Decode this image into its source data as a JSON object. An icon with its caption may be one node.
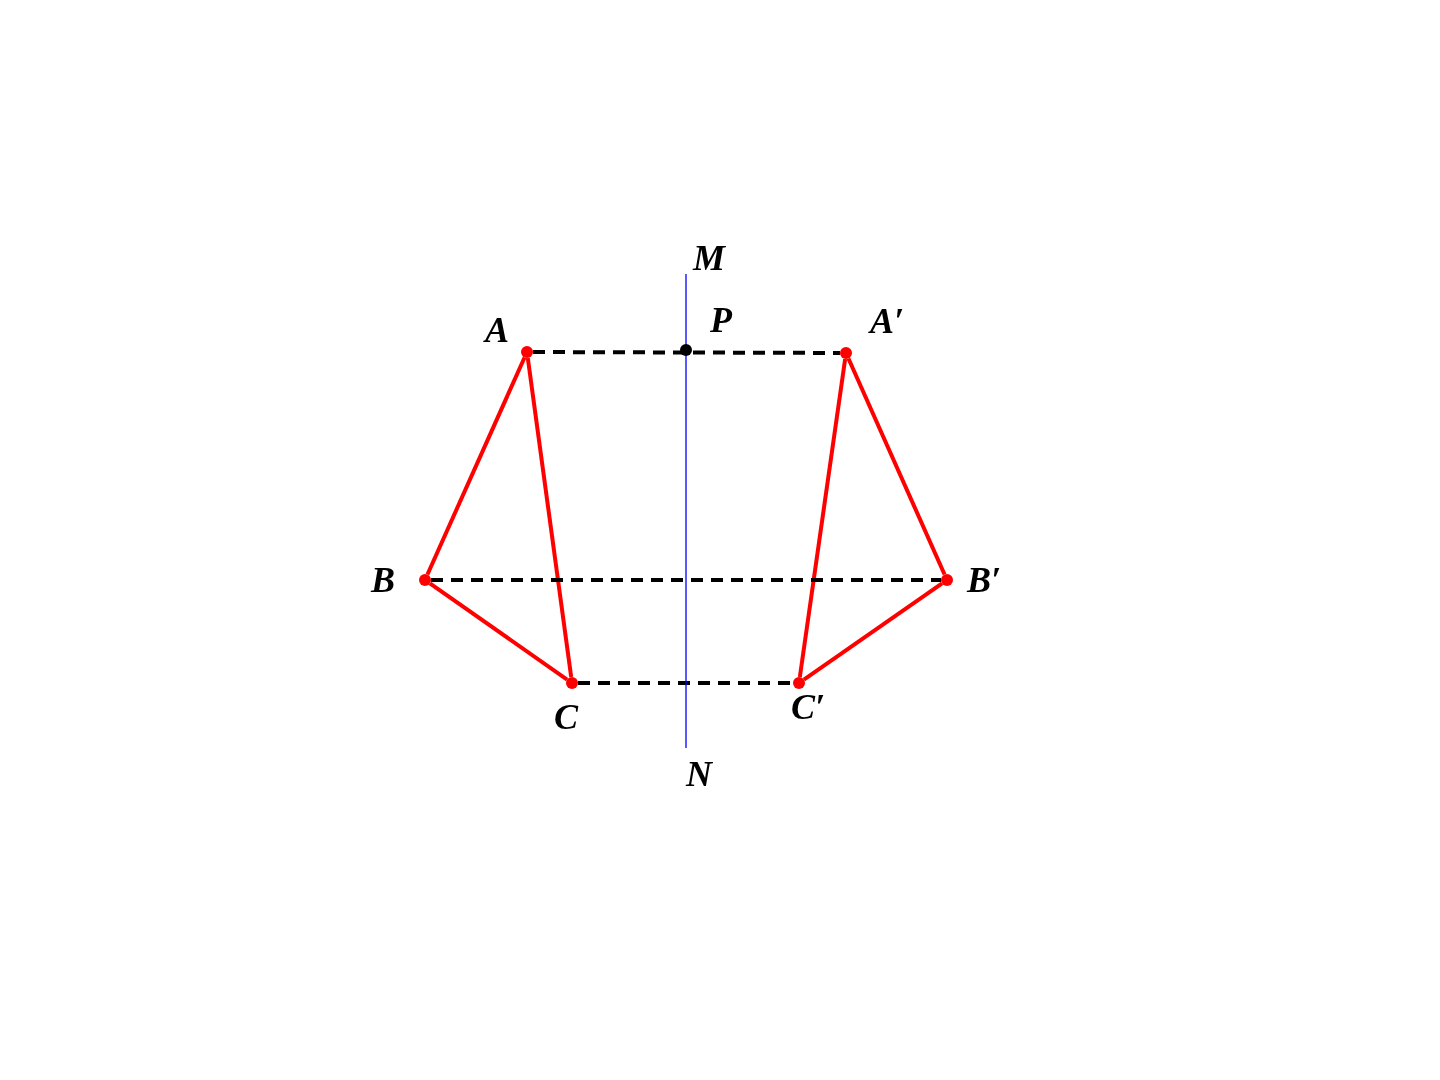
{
  "diagram": {
    "nodes": [
      {
        "text": [
          "M"
        ]
      },
      {
        "text": [
          "A"
        ]
      },
      {
        "text": [
          "P"
        ]
      },
      {
        "text": [
          "A′"
        ]
      },
      {
        "text": [
          "B"
        ]
      },
      {
        "text": [
          "B′"
        ]
      },
      {
        "text": [
          "C"
        ]
      },
      {
        "text": [
          "C′"
        ]
      },
      {
        "text": [
          "N"
        ]
      }
    ],
    "edges": [
      {
        "from": 1,
        "to": 4,
        "arrow": "none"
      },
      {
        "from": 1,
        "to": 6,
        "arrow": "none"
      },
      {
        "from": 4,
        "to": 6,
        "arrow": "none"
      },
      {
        "from": 3,
        "to": 5,
        "arrow": "none"
      },
      {
        "from": 3,
        "to": 7,
        "arrow": "none"
      },
      {
        "from": 5,
        "to": 7,
        "arrow": "none"
      },
      {
        "from": 1,
        "to": 3,
        "arrow": "none",
        "style": "dashed",
        "color": "#000000"
      },
      {
        "from": 4,
        "to": 5,
        "arrow": "none",
        "style": "dashed",
        "color": "#000000"
      },
      {
        "from": 6,
        "to": 7,
        "arrow": "none",
        "style": "dashed",
        "color": "#000000"
      },
      {
        "from": 0,
        "to": 8,
        "arrow": "none",
        "color": "#0000ff"
      }
    ]
  }
}
